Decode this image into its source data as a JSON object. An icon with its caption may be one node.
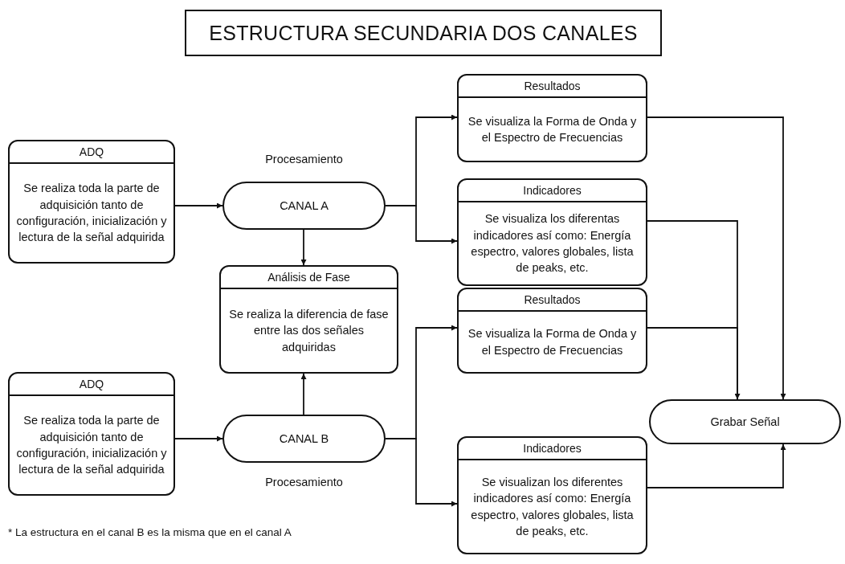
{
  "diagram": {
    "title": "ESTRUCTURA SECUNDARIA DOS CANALES",
    "nodes": [
      {
        "text": [
          "Resultados",
          "Se visualiza la Forma de Onda y el Espectro de Frecuencias"
        ]
      },
      {
        "text": [
          "ADQ",
          "Se realiza toda la parte de adquisición tanto de configuración, inicialización y lectura de la señal adquirida"
        ]
      },
      {
        "text": [
          "CANAL A"
        ],
        "beside": [
          "Procesamiento"
        ]
      },
      {
        "text": [
          "Indicadores",
          "Se visualiza los diferentas indicadores así como: Energía espectro, valores globales, lista de peaks, etc."
        ]
      },
      {
        "text": [
          "Análisis de Fase",
          "Se realiza la diferencia de fase entre las dos señales adquiridas"
        ]
      },
      {
        "text": [
          "Grabar Señal"
        ]
      },
      {
        "text": [
          "Resultados",
          "Se visualiza la Forma de Onda y el Espectro de Frecuencias"
        ]
      },
      {
        "text": [
          "ADQ",
          "Se realiza toda la parte de adquisición tanto de configuración, inicialización y lectura de la señal adquirida"
        ]
      },
      {
        "text": [
          "CANAL B"
        ],
        "beside": [
          "Procesamiento"
        ]
      },
      {
        "text": [
          "Indicadores",
          "Se visualizan los diferentes indicadores así como: Energía espectro, valores globales, lista de peaks, etc."
        ]
      }
    ],
    "edges": [
      {
        "from": 1,
        "to": 2,
        "arrow": "to"
      },
      {
        "from": 2,
        "to": 0,
        "arrow": "to"
      },
      {
        "from": 2,
        "to": 3,
        "arrow": "to"
      },
      {
        "from": 2,
        "to": 4,
        "arrow": "to"
      },
      {
        "from": 8,
        "to": 4,
        "arrow": "to"
      },
      {
        "from": 7,
        "to": 8,
        "arrow": "to"
      },
      {
        "from": 8,
        "to": 6,
        "arrow": "to"
      },
      {
        "from": 8,
        "to": 9,
        "arrow": "to"
      },
      {
        "from": 0,
        "to": 5,
        "arrow": "to"
      },
      {
        "from": 3,
        "to": 5,
        "arrow": "to"
      },
      {
        "from": 6,
        "to": 5,
        "arrow": "to"
      },
      {
        "from": 9,
        "to": 5,
        "arrow": "to"
      }
    ],
    "labels": [
      "* La estructura en el canal B es la misma que en el canal A"
    ]
  }
}
